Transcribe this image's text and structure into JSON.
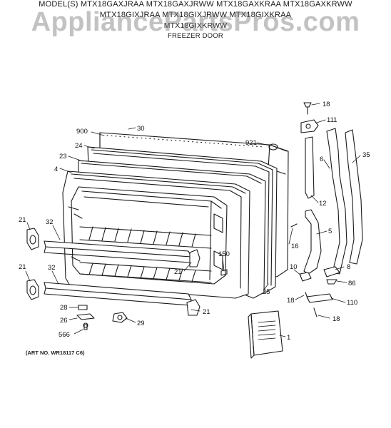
{
  "header": {
    "line1": "MODEL(S) MTX18GAXJRAA  MTX18GAXJRWW  MTX18GAXKRAA  MTX18GAXKRWW",
    "line2": "MTX18GIXJRAA  MTX18GIXJRWW  MTX18GIXKRAA",
    "line3": "MTX18GIXKRWW",
    "section": "FREEZER DOOR"
  },
  "watermark": "AppliancePartsPros.com",
  "art_no": "(ART NO. WR18117 C6)",
  "callouts": [
    "18",
    "111",
    "30",
    "900",
    "921",
    "24",
    "6",
    "35",
    "23",
    "4",
    "12",
    "21",
    "32",
    "5",
    "16",
    "150",
    "10",
    "8",
    "21",
    "86",
    "25",
    "21",
    "32",
    "18",
    "110",
    "28",
    "26",
    "29",
    "1",
    "566",
    "18"
  ]
}
